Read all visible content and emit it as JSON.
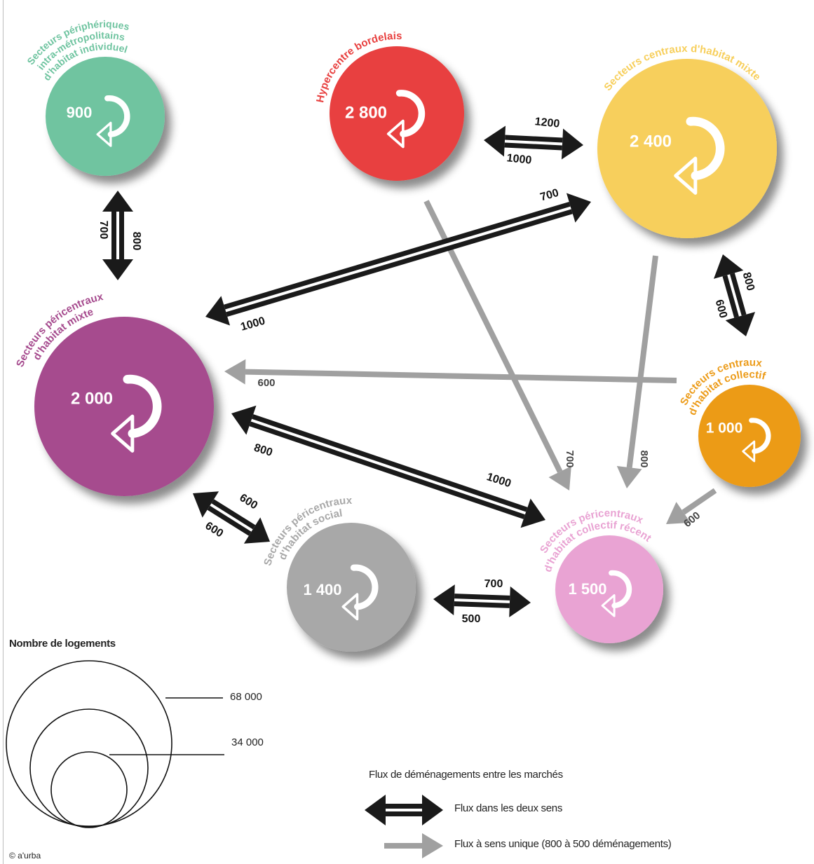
{
  "colors": {
    "periph": "#6fc4a0",
    "hyper": "#e8403f",
    "central_mixte": "#f7cf5c",
    "pericentral_mixte": "#a64b8e",
    "central_collectif": "#ec9b18",
    "social": "#a8a8a8",
    "recent": "#e9a3d3",
    "arrow_two_way": "#1a1a1a",
    "arrow_one_way": "#a0a0a0"
  },
  "nodes": [
    {
      "id": "periph",
      "value": "900",
      "label_lines": [
        "Secteurs périphériques",
        "intra-métropolitains",
        "d'habitat individuel"
      ]
    },
    {
      "id": "hyper",
      "value": "2 800",
      "label_lines": [
        "Hypercentre bordelais"
      ]
    },
    {
      "id": "central_mixte",
      "value": "2 400",
      "label_lines": [
        "Secteurs centraux d'habitat mixte"
      ]
    },
    {
      "id": "pericentral_mixte",
      "value": "2 000",
      "label_lines": [
        "Secteurs péricentraux",
        "d'habitat mixte"
      ]
    },
    {
      "id": "central_collectif",
      "value": "1 000",
      "label_lines": [
        "Secteurs centraux",
        "d'habitat collectif"
      ]
    },
    {
      "id": "social",
      "value": "1 400",
      "label_lines": [
        "Secteurs péricentraux",
        "d'habitat social"
      ]
    },
    {
      "id": "recent",
      "value": "1 500",
      "label_lines": [
        "Secteurs péricentraux",
        "d'habitat collectif récent"
      ]
    }
  ],
  "flows_two_way": [
    {
      "from": "periph",
      "to": "pericentral_mixte",
      "label_a": "700",
      "label_b": "800"
    },
    {
      "from": "hyper",
      "to": "central_mixte",
      "label_a": "1200",
      "label_b": "1000"
    },
    {
      "from": "pericentral_mixte",
      "to": "central_mixte",
      "label_a": "700",
      "label_b": "1000"
    },
    {
      "from": "central_mixte",
      "to": "central_collectif",
      "label_a": "800",
      "label_b": "600"
    },
    {
      "from": "pericentral_mixte",
      "to": "recent",
      "label_a": "1000",
      "label_b": "800"
    },
    {
      "from": "pericentral_mixte",
      "to": "social",
      "label_a": "600",
      "label_b": "600"
    },
    {
      "from": "social",
      "to": "recent",
      "label_a": "700",
      "label_b": "500"
    }
  ],
  "flows_one_way": [
    {
      "from": "hyper",
      "to": "recent",
      "label": "700"
    },
    {
      "from": "central_mixte",
      "to": "recent",
      "label": "800"
    },
    {
      "from": "central_collectif",
      "to": "pericentral_mixte",
      "label": "600"
    },
    {
      "from": "central_collectif",
      "to": "recent",
      "label": "600"
    }
  ],
  "legend": {
    "size_title": "Nombre de logements",
    "size_large": "68 000",
    "size_small": "34 000",
    "flux_title": "Flux de déménagements entre les marchés",
    "two_way_label": "Flux dans les deux sens",
    "one_way_label": "Flux à sens unique (800 à 500 déménagements)"
  },
  "credit": "© a'urba"
}
